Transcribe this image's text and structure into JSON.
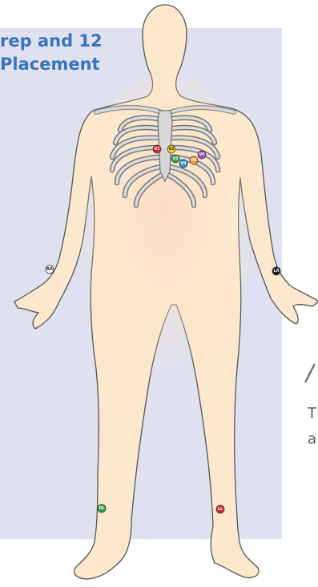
{
  "title": {
    "line1": "rep and 12",
    "line2": "Placement"
  },
  "side_text": {
    "slash": "/",
    "line1": "T",
    "line2": "a"
  },
  "colors": {
    "panel": "#dfe1f0",
    "skin": "#fce9cd",
    "title": "#3a74b8"
  },
  "electrodes": {
    "ra": "RA",
    "la": "LA",
    "rl": "RL",
    "ll": "LL",
    "v1": "V1",
    "v2": "V2",
    "v3": "V3",
    "v4": "V4",
    "v5": "V5",
    "v6": "V6"
  }
}
